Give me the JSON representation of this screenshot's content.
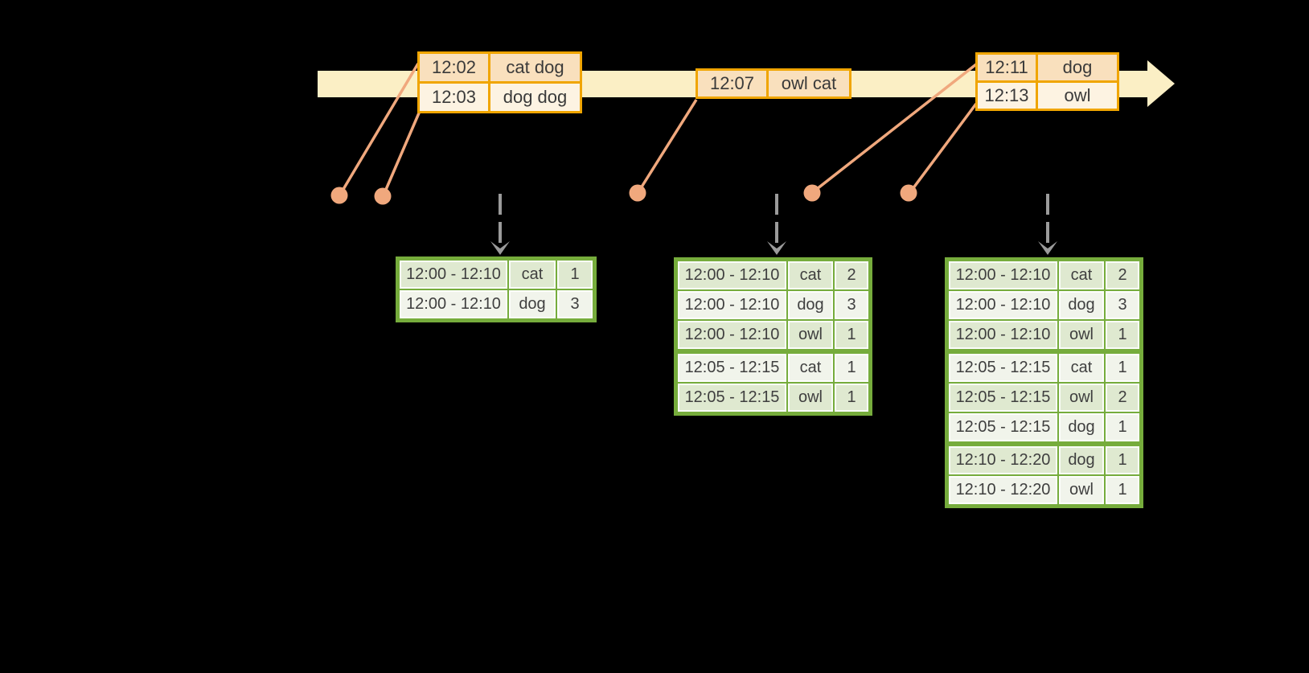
{
  "timeline": {
    "events": [
      {
        "rows": [
          {
            "time": "12:02",
            "words": "cat dog"
          },
          {
            "time": "12:03",
            "words": "dog dog"
          }
        ]
      },
      {
        "rows": [
          {
            "time": "12:07",
            "words": "owl cat"
          }
        ]
      },
      {
        "rows": [
          {
            "time": "12:11",
            "words": "dog"
          },
          {
            "time": "12:13",
            "words": "owl"
          }
        ]
      }
    ]
  },
  "result_tables": [
    {
      "rows": [
        {
          "window": "12:00 - 12:10",
          "word": "cat",
          "count": "1"
        },
        {
          "window": "12:00 - 12:10",
          "word": "dog",
          "count": "3"
        }
      ]
    },
    {
      "rows": [
        {
          "window": "12:00 - 12:10",
          "word": "cat",
          "count": "2"
        },
        {
          "window": "12:00 - 12:10",
          "word": "dog",
          "count": "3"
        },
        {
          "window": "12:00 - 12:10",
          "word": "owl",
          "count": "1"
        },
        {
          "window": "12:05 - 12:15",
          "word": "cat",
          "count": "1"
        },
        {
          "window": "12:05 - 12:15",
          "word": "owl",
          "count": "1"
        }
      ]
    },
    {
      "rows": [
        {
          "window": "12:00 - 12:10",
          "word": "cat",
          "count": "2"
        },
        {
          "window": "12:00 - 12:10",
          "word": "dog",
          "count": "3"
        },
        {
          "window": "12:00 - 12:10",
          "word": "owl",
          "count": "1"
        },
        {
          "window": "12:05 - 12:15",
          "word": "cat",
          "count": "1"
        },
        {
          "window": "12:05 - 12:15",
          "word": "owl",
          "count": "2"
        },
        {
          "window": "12:05 - 12:15",
          "word": "dog",
          "count": "1"
        },
        {
          "window": "12:10 - 12:20",
          "word": "dog",
          "count": "1"
        },
        {
          "window": "12:10 - 12:20",
          "word": "owl",
          "count": "1"
        }
      ]
    }
  ],
  "colors": {
    "band": "#fbefc5",
    "event_border": "#f0a500",
    "event_fill_dark": "#f9e0bd",
    "event_fill_light": "#fdf3e2",
    "connector": "#f0a87d",
    "table_border": "#76ac3c",
    "row_green": "#dfe9d0",
    "row_white": "#f1f4eb",
    "table_text": "#3f3f3f",
    "arrow_gray": "#9b9b9b",
    "background": "#000000"
  }
}
